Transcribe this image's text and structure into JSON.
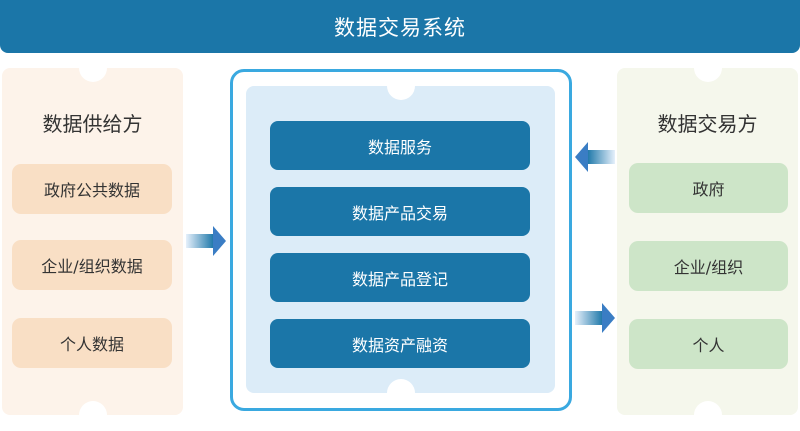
{
  "title": "数据交易系统",
  "supplier": {
    "heading": "数据供给方",
    "items": [
      "政府公共数据",
      "企业/组织数据",
      "个人数据"
    ]
  },
  "platform": {
    "items": [
      "数据服务",
      "数据产品交易",
      "数据产品登记",
      "数据资产融资"
    ]
  },
  "trader": {
    "heading": "数据交易方",
    "items": [
      "政府",
      "企业/组织",
      "个人"
    ]
  },
  "colors": {
    "primary": "#1b76a8",
    "border": "#3aa9e0",
    "supplier_bg": "#fdf3ea",
    "supplier_item": "#f9dfc5",
    "trader_bg": "#f5f7ec",
    "trader_item": "#cde5c8"
  }
}
